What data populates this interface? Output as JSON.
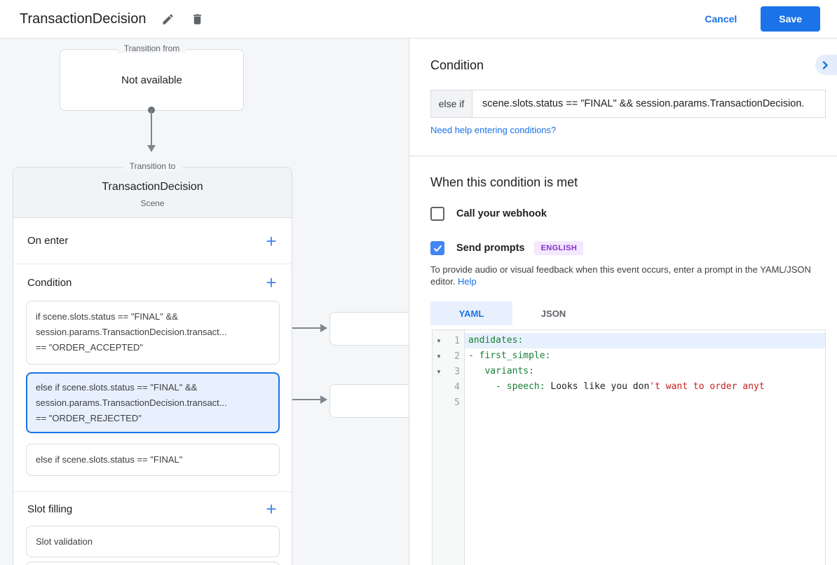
{
  "colors": {
    "accent": "#1a73e8",
    "code_key": "#188038",
    "code_string": "#c5221f",
    "badge": "#8430ce"
  },
  "header": {
    "title": "TransactionDecision",
    "cancel_label": "Cancel",
    "save_label": "Save"
  },
  "canvas": {
    "transition_from": {
      "legend": "Transition from",
      "content": "Not available"
    },
    "scene": {
      "legend": "Transition to",
      "title": "TransactionDecision",
      "subtitle": "Scene",
      "on_enter_label": "On enter",
      "condition_label": "Condition",
      "condition_cards": [
        {
          "text": "if scene.slots.status == \"FINAL\" &&\nsession.params.TransactionDecision.transact...\n== \"ORDER_ACCEPTED\"",
          "selected": false
        },
        {
          "text": "else if scene.slots.status == \"FINAL\" &&\nsession.params.TransactionDecision.transact...\n== \"ORDER_REJECTED\"",
          "selected": true
        },
        {
          "text": "else if scene.slots.status == \"FINAL\"",
          "selected": false
        }
      ],
      "slot_filling_label": "Slot filling",
      "slot_cards": [
        {
          "text": "Slot validation"
        }
      ]
    }
  },
  "panel": {
    "title": "Condition",
    "condition_row": {
      "prefix": "else if",
      "value": "scene.slots.status == \"FINAL\" && session.params.TransactionDecision."
    },
    "help_link": "Need help entering conditions?",
    "when_met": {
      "title": "When this condition is met",
      "webhook_label": "Call your webhook",
      "webhook_checked": false,
      "prompts_label": "Send prompts",
      "prompts_checked": true,
      "language_badge": "ENGLISH",
      "description": "To provide audio or visual feedback when this event occurs, enter a prompt in the YAML/JSON editor.",
      "help_label": "Help"
    },
    "editor": {
      "tabs": [
        {
          "label": "YAML",
          "active": true
        },
        {
          "label": "JSON",
          "active": false
        }
      ],
      "lines": [
        {
          "num": "1",
          "fold": true,
          "highlight": true,
          "segments": [
            {
              "cls": "seg-key",
              "text": "andidates:"
            }
          ]
        },
        {
          "num": "2",
          "fold": true,
          "highlight": false,
          "segments": [
            {
              "cls": "seg-key",
              "text": "- first_simple:"
            }
          ]
        },
        {
          "num": "3",
          "fold": true,
          "highlight": false,
          "segments": [
            {
              "cls": "seg-key",
              "text": "   variants:"
            }
          ]
        },
        {
          "num": "4",
          "fold": false,
          "highlight": false,
          "segments": [
            {
              "cls": "seg-key",
              "text": "     - speech: "
            },
            {
              "cls": "seg-text",
              "text": "Looks like you don"
            },
            {
              "cls": "seg-string",
              "text": "'t want to order anyt"
            }
          ]
        },
        {
          "num": "5",
          "fold": false,
          "highlight": false,
          "segments": []
        }
      ]
    }
  }
}
